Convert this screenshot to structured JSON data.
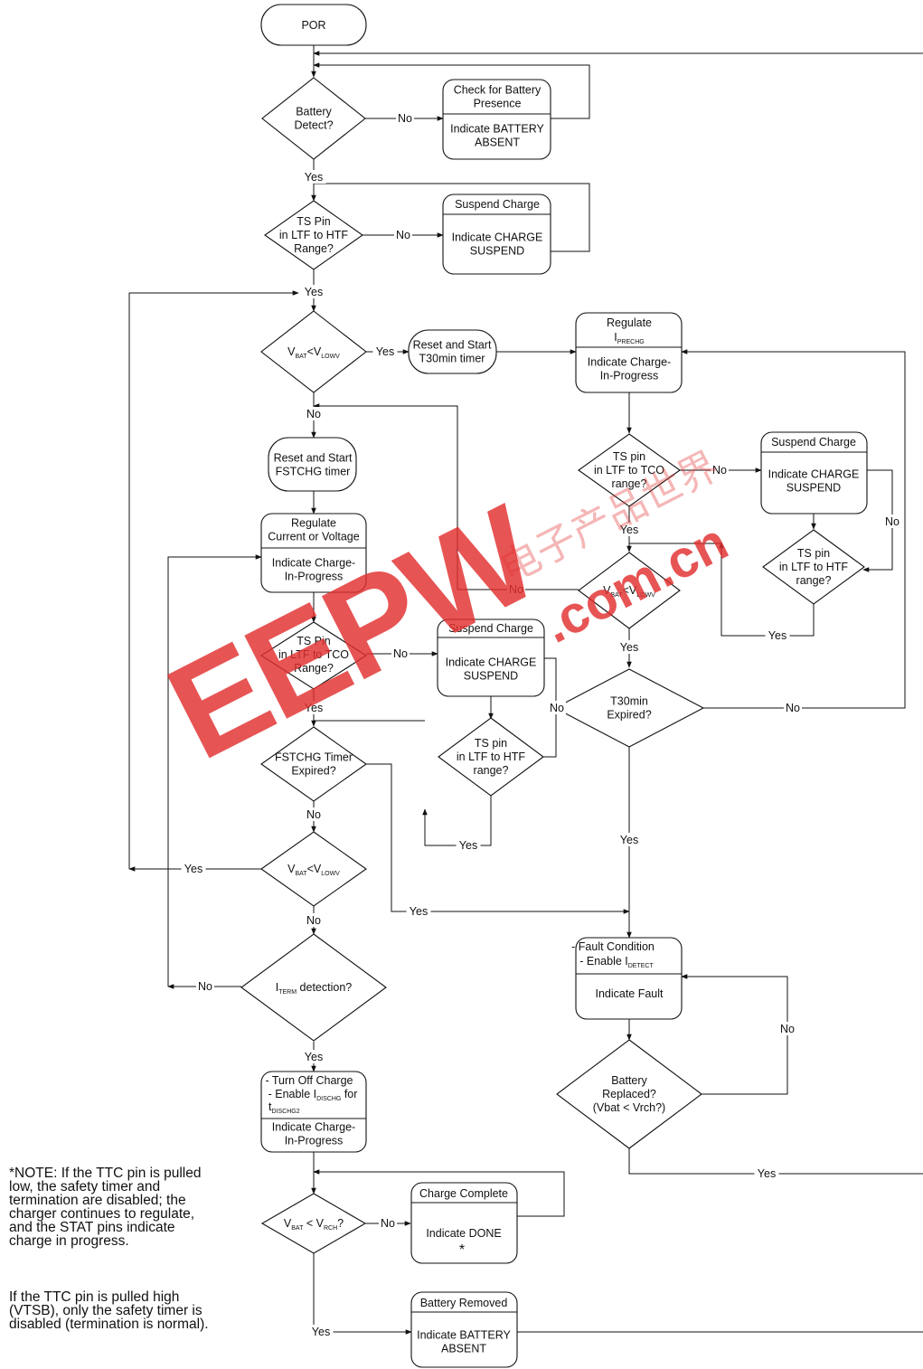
{
  "nodes": {
    "por": "POR",
    "battery_detect": [
      "Battery",
      "Detect?"
    ],
    "check_battery": {
      "head": [
        "Check for Battery",
        "Presence"
      ],
      "body": [
        "Indicate BATTERY",
        "ABSENT"
      ]
    },
    "ts_pin_1": [
      "TS Pin",
      "in LTF to HTF",
      "Range?"
    ],
    "suspend_1": {
      "head": [
        "Suspend Charge"
      ],
      "body": [
        "Indicate CHARGE",
        "SUSPEND"
      ]
    },
    "vbat_lowv_1": {
      "v": "V",
      "bat": "BAT",
      "lt": "<V",
      "lowv": "LOWV"
    },
    "reset_t30": [
      "Reset and Start",
      "T30min timer"
    ],
    "regulate_prechg": {
      "head1": "Regulate",
      "i": "I",
      "prechg": "PRECHG",
      "body": [
        "Indicate Charge-",
        "In-Progress"
      ]
    },
    "reset_fstchg": [
      "Reset and Start",
      "FSTCHG timer"
    ],
    "regulate_cv": {
      "head": [
        "Regulate",
        "Current or Voltage"
      ],
      "body": [
        "Indicate Charge-",
        "In-Progress"
      ]
    },
    "ts_tco_1": [
      "TS Pin",
      "in LTF to TCO",
      "Range?"
    ],
    "suspend_2": {
      "head": [
        "Suspend Charge"
      ],
      "body": [
        "Indicate CHARGE",
        "SUSPEND"
      ]
    },
    "ts_htf_2": [
      "TS pin",
      "in LTF to HTF",
      "range?"
    ],
    "fstchg_expired": [
      "FSTCHG Timer",
      "Expired?"
    ],
    "vbat_lowv_2": {
      "v": "V",
      "bat": "BAT",
      "lt": "<V",
      "lowv": "LOWV"
    },
    "iterm": {
      "i": "I",
      "term": "TERM",
      "rest": " detection?"
    },
    "turn_off": {
      "l1": "- Turn Off Charge",
      "l2a": "- Enable I",
      "l2sub": "DISCHG",
      "l2b": "  for",
      "l3": "t",
      "l3sub": "DISCHG2",
      "body": [
        "Indicate Charge-",
        "In-Progress"
      ]
    },
    "vbat_rch": {
      "v": "V",
      "bat": "BAT",
      "lt": " < V",
      "rch": "RCH",
      "q": "?"
    },
    "charge_complete": {
      "head": [
        "Charge Complete"
      ],
      "body": [
        "Indicate DONE"
      ],
      "star": "*"
    },
    "battery_removed": {
      "head": [
        "Battery Removed"
      ],
      "body": [
        "Indicate BATTERY",
        "ABSENT"
      ]
    },
    "ts_tco_2": [
      "TS pin",
      "in LTF to TCO",
      "range?"
    ],
    "suspend_3": {
      "head": [
        "Suspend Charge"
      ],
      "body": [
        "Indicate CHARGE",
        "SUSPEND"
      ]
    },
    "ts_htf_3": [
      "TS pin",
      "in LTF to HTF",
      "range?"
    ],
    "vbat_lowv_3": {
      "v": "V",
      "bat": "BAT",
      "lt": "<V",
      "lowv": "LOWV"
    },
    "t30_expired": [
      "T30min",
      "Expired?"
    ],
    "fault": {
      "l1": "- Fault Condition",
      "l2a": "- Enable I",
      "l2sub": "DETECT",
      "body": [
        "Indicate Fault"
      ]
    },
    "battery_replaced": [
      "Battery",
      "Replaced?",
      "(Vbat < Vrch?)"
    ]
  },
  "labels": {
    "yes": "Yes",
    "no": "No"
  },
  "note": {
    "p1": "*NOTE: If the TTC pin is pulled low, the safety timer and termination are disabled; the charger continues to regulate, and the STAT pins indicate charge in progress.",
    "p2": "If the TTC pin is pulled high (VTSB), only the safety timer is disabled (termination is normal)."
  },
  "watermark": {
    "brand": "EEPW",
    "dotcom": ".com.cn",
    "cjk": "电子产品世界"
  }
}
